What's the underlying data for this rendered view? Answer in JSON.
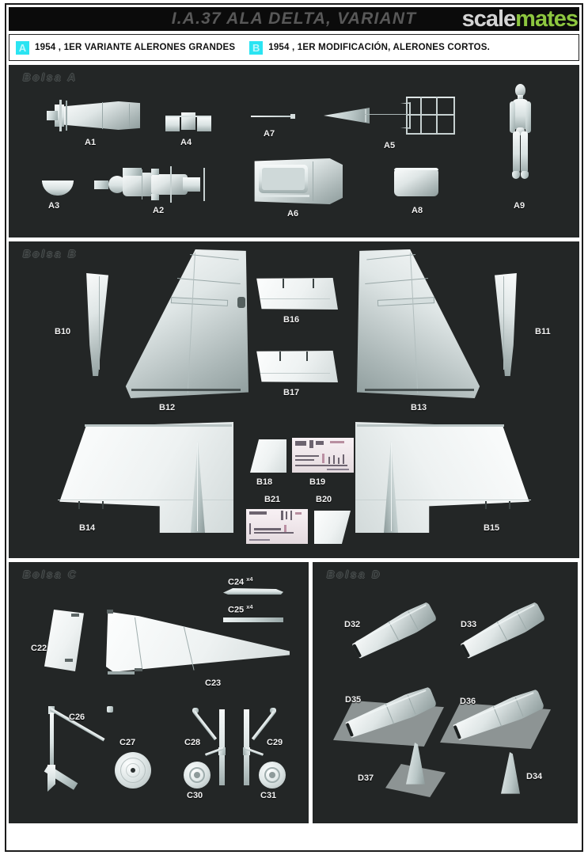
{
  "header": {
    "title": "I.A.37 ALA DELTA, VARIANT",
    "watermark_primary": "scale",
    "watermark_secondary": "mates",
    "watermark_primary_color": "#d4d4d4",
    "watermark_secondary_color": "#8dc63f"
  },
  "legend": {
    "badge_color": "#2ae4f2",
    "entries": [
      {
        "badge": "A",
        "text": "1954 , 1ER VARIANTE ALERONES GRANDES"
      },
      {
        "badge": "B",
        "text": "1954 , 1ER MODIFICACIÓN, ALERONES CORTOS."
      }
    ]
  },
  "panels": [
    {
      "id": "panel-a",
      "bag_label": "Bolsa A",
      "parts": [
        {
          "code": "A1",
          "note": ""
        },
        {
          "code": "A2",
          "note": ""
        },
        {
          "code": "A3",
          "note": ""
        },
        {
          "code": "A4",
          "note": ""
        },
        {
          "code": "A5",
          "note": ""
        },
        {
          "code": "A6",
          "note": ""
        },
        {
          "code": "A7",
          "note": ""
        },
        {
          "code": "A8",
          "note": ""
        },
        {
          "code": "A9",
          "note": ""
        }
      ]
    },
    {
      "id": "panel-b",
      "bag_label": "Bolsa B",
      "parts": [
        {
          "code": "B10",
          "note": ""
        },
        {
          "code": "B11",
          "note": ""
        },
        {
          "code": "B12",
          "note": ""
        },
        {
          "code": "B13",
          "note": ""
        },
        {
          "code": "B14",
          "note": ""
        },
        {
          "code": "B15",
          "note": ""
        },
        {
          "code": "B16",
          "note": ""
        },
        {
          "code": "B17",
          "note": ""
        },
        {
          "code": "B18",
          "note": ""
        },
        {
          "code": "B19",
          "note": ""
        },
        {
          "code": "B20",
          "note": ""
        },
        {
          "code": "B21",
          "note": ""
        }
      ]
    },
    {
      "id": "panel-c",
      "bag_label": "Bolsa C",
      "parts": [
        {
          "code": "C22",
          "note": ""
        },
        {
          "code": "C23",
          "note": ""
        },
        {
          "code": "C24",
          "note": "x4"
        },
        {
          "code": "C25",
          "note": "x4"
        },
        {
          "code": "C26",
          "note": ""
        },
        {
          "code": "C27",
          "note": ""
        },
        {
          "code": "C28",
          "note": ""
        },
        {
          "code": "C29",
          "note": ""
        },
        {
          "code": "C30",
          "note": ""
        },
        {
          "code": "C31",
          "note": ""
        }
      ]
    },
    {
      "id": "panel-d",
      "bag_label": "Bolsa D",
      "parts": [
        {
          "code": "D32",
          "note": ""
        },
        {
          "code": "D33",
          "note": ""
        },
        {
          "code": "D34",
          "note": ""
        },
        {
          "code": "D35",
          "note": ""
        },
        {
          "code": "D36",
          "note": ""
        },
        {
          "code": "D37",
          "note": ""
        }
      ]
    }
  ]
}
